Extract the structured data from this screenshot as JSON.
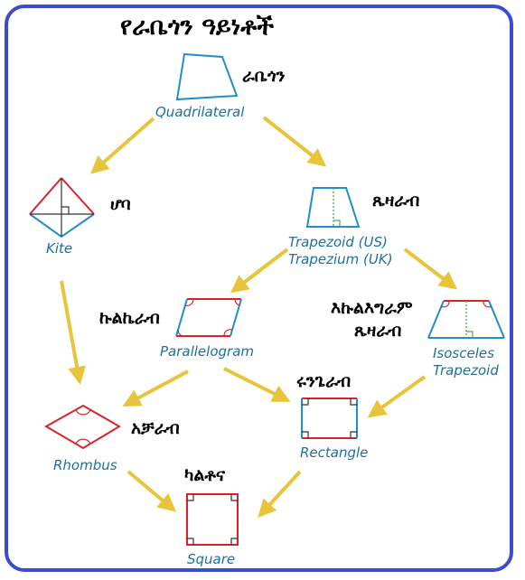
{
  "title": "የራቤጎን ዓይነቶች",
  "shapes": {
    "quadrilateral": {
      "en": "Quadrilateral",
      "am": "ራቤጎን"
    },
    "kite": {
      "en": "Kite",
      "am": "ሆባ"
    },
    "trapezoid": {
      "en_line1": "Trapezoid (US)",
      "en_line2": "Trapezium (UK)",
      "am": "ጼዛራብ"
    },
    "parallelogram": {
      "en": "Parallelogram",
      "am": "ኩልኬራብ"
    },
    "isosceles": {
      "en_line1": "Isosceles",
      "en_line2": "Trapezoid",
      "am_line1": "እኩልእግራም",
      "am_line2": "ጼዛራብ"
    },
    "rhombus": {
      "en": "Rhombus",
      "am": "አቻራብ"
    },
    "rectangle": {
      "en": "Rectangle",
      "am": "ሩንጌራብ"
    },
    "square": {
      "en": "Square",
      "am": "ካልቶና"
    }
  },
  "colors": {
    "frame": "#3b4cd0",
    "arrow": "#e8c43a",
    "blue_edge": "#1e8fc8",
    "red_edge": "#d8232a",
    "label": "#1f6f9c"
  }
}
